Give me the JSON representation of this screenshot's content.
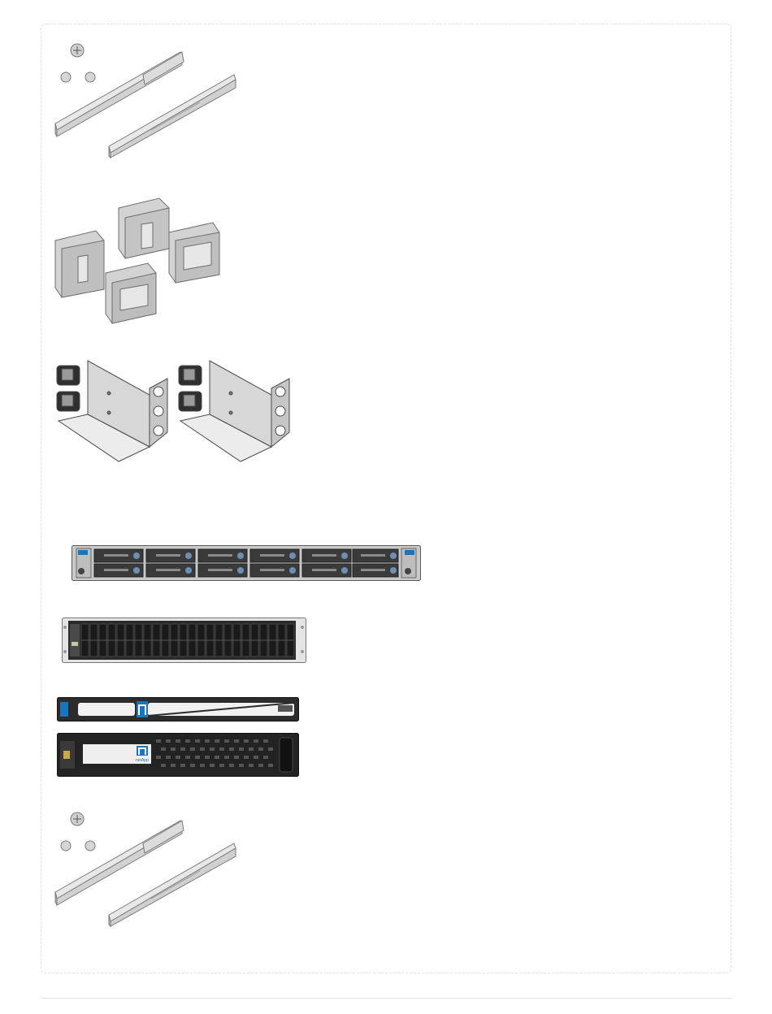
{
  "figures": [
    {
      "id": "rail-kit-top",
      "icon": "rail-kit-with-screws-icon"
    },
    {
      "id": "cable-management-brackets",
      "icon": "cable-management-brackets-icon"
    },
    {
      "id": "l-brackets-with-cage-nuts",
      "icon": "l-bracket-with-cage-nuts-icon"
    },
    {
      "id": "server-front-10-drive",
      "icon": "server-front-panel-icon"
    },
    {
      "id": "storage-shelf-24-drive",
      "icon": "storage-shelf-front-icon"
    },
    {
      "id": "bezel-1u",
      "icon": "bezel-icon"
    },
    {
      "id": "bezel-2u",
      "icon": "bezel-icon",
      "logo_text": "netApp"
    },
    {
      "id": "rail-kit-bottom",
      "icon": "rail-kit-with-screws-icon"
    }
  ],
  "colors": {
    "metal_light": "#e6e6e6",
    "metal_mid": "#bdbdbd",
    "metal_dark": "#8a8a8a",
    "bay_dark": "#2b2b2b",
    "brand_blue": "#1b75bb",
    "frame_border": "#e2e2e2"
  }
}
